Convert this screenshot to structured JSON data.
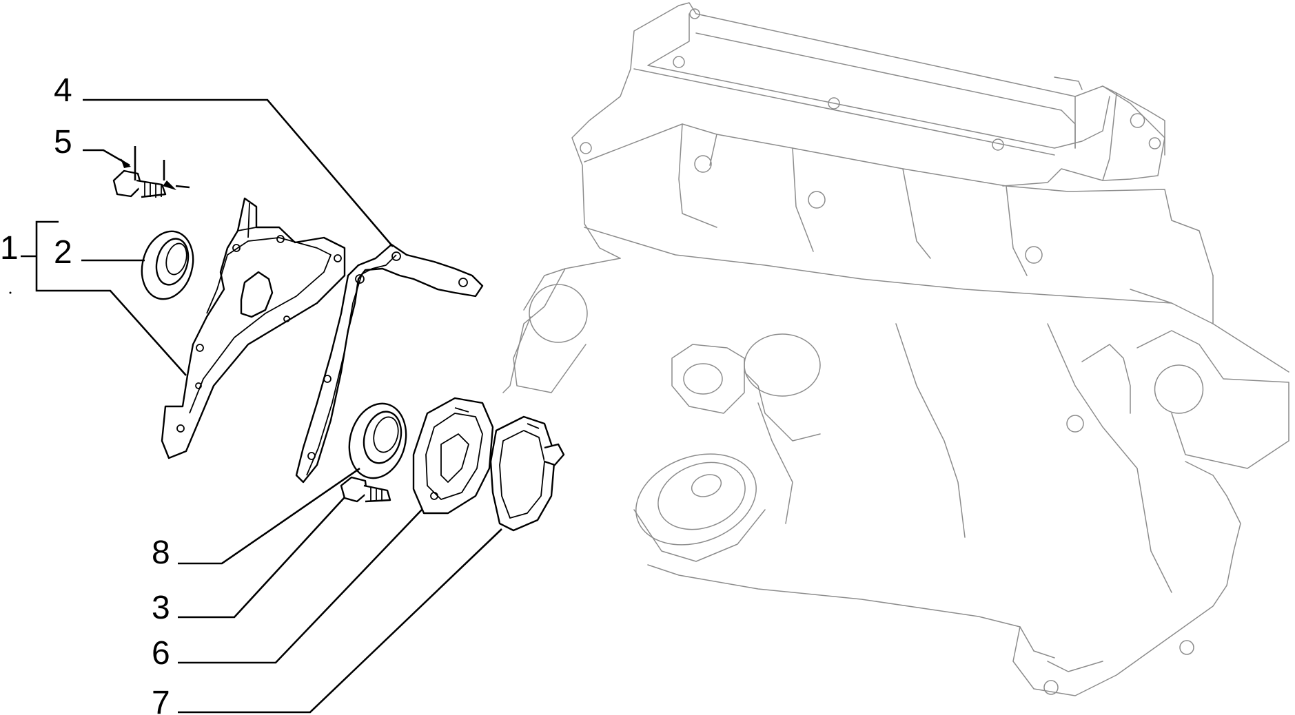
{
  "diagram": {
    "callouts": [
      {
        "id": "1",
        "label": "1"
      },
      {
        "id": "2",
        "label": "2"
      },
      {
        "id": "3",
        "label": "3"
      },
      {
        "id": "4",
        "label": "4"
      },
      {
        "id": "5",
        "label": "5"
      },
      {
        "id": "6",
        "label": "6"
      },
      {
        "id": "7",
        "label": "7"
      },
      {
        "id": "8",
        "label": "8"
      }
    ],
    "colors": {
      "line": "#000000",
      "engine_outline": "#8c8c8c",
      "background": "#ffffff"
    }
  }
}
